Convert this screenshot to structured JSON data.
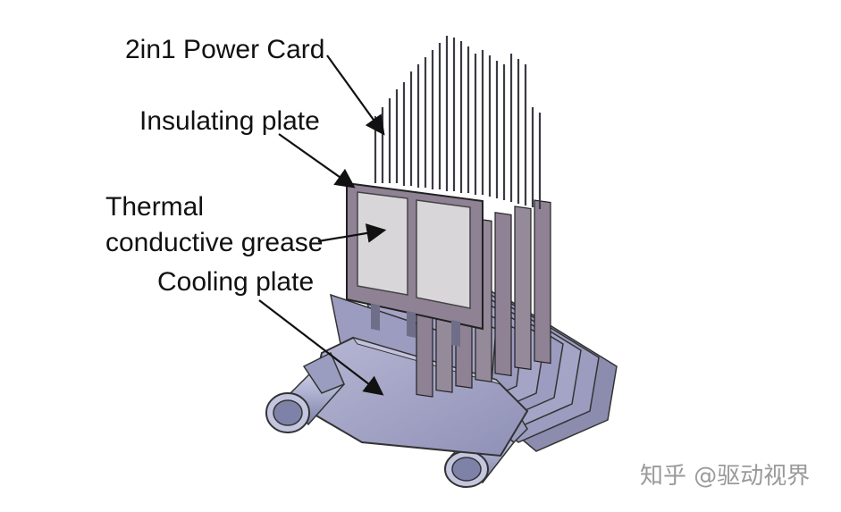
{
  "labels": {
    "power_card": "2in1 Power Card",
    "insulating_plate": "Insulating plate",
    "thermal_line1": "Thermal",
    "thermal_line2": "conductive grease",
    "cooling_plate": "Cooling plate"
  },
  "watermark": "知乎 @驱动视界",
  "colors": {
    "cooling_plate": "#a3a3c6",
    "pipe": "#b5b8d6",
    "insulating_frame": "#8e8294",
    "grease_pad": "#d9d6da",
    "pin": "#3a3a44"
  }
}
